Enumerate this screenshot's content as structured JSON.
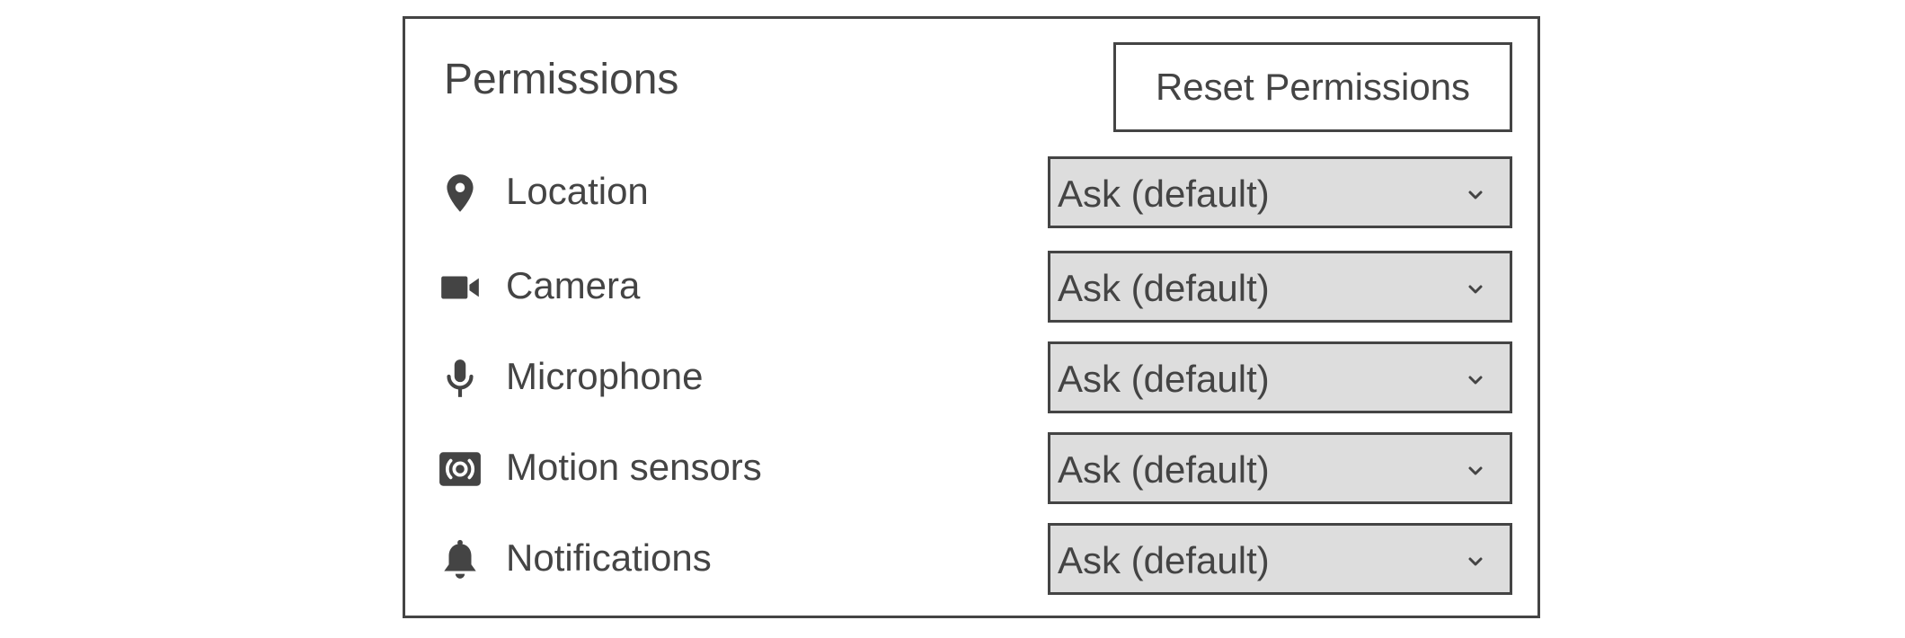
{
  "panel": {
    "title": "Permissions",
    "reset_label": "Reset Permissions"
  },
  "permissions": [
    {
      "label": "Location",
      "icon": "location-pin-icon",
      "value": "Ask (default)"
    },
    {
      "label": "Camera",
      "icon": "camera-icon",
      "value": "Ask (default)"
    },
    {
      "label": "Microphone",
      "icon": "microphone-icon",
      "value": "Ask (default)"
    },
    {
      "label": "Motion sensors",
      "icon": "motion-sensor-icon",
      "value": "Ask (default)"
    },
    {
      "label": "Notifications",
      "icon": "bell-icon",
      "value": "Ask (default)"
    }
  ],
  "colors": {
    "text": "#444444",
    "border": "#444444",
    "select_bg": "#dddddd",
    "background": "#ffffff"
  }
}
